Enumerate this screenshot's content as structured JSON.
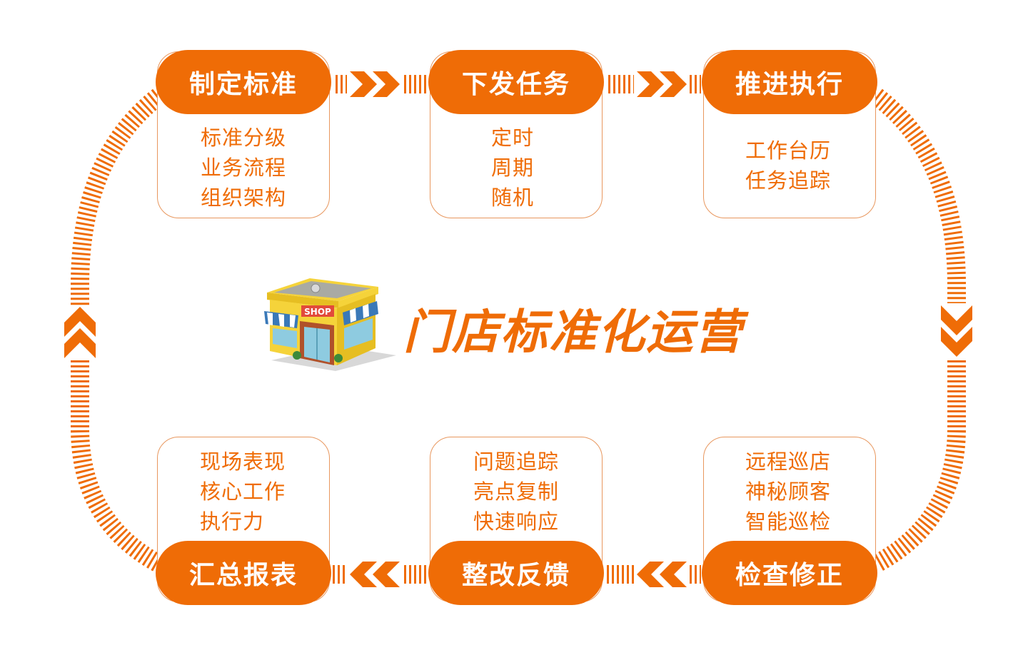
{
  "title": "门店标准化运营",
  "colors": {
    "accent": "#ef6c06",
    "border": "#e8975e",
    "shop_body": "#f5d33a"
  },
  "shop_sign": "SHOP",
  "steps": [
    {
      "title": "制定标准",
      "items": [
        "标准分级",
        "业务流程",
        "组织架构"
      ]
    },
    {
      "title": "下发任务",
      "items": [
        "定时",
        "周期",
        "随机"
      ]
    },
    {
      "title": "推进执行",
      "items": [
        "工作台历",
        "任务追踪"
      ]
    },
    {
      "title": "检查修正",
      "items": [
        "远程巡店",
        "神秘顾客",
        "智能巡检"
      ]
    },
    {
      "title": "整改反馈",
      "items": [
        "问题追踪",
        "亮点复制",
        "快速响应"
      ]
    },
    {
      "title": "汇总报表",
      "items": [
        "现场表现",
        "核心工作",
        "执行力"
      ]
    }
  ]
}
